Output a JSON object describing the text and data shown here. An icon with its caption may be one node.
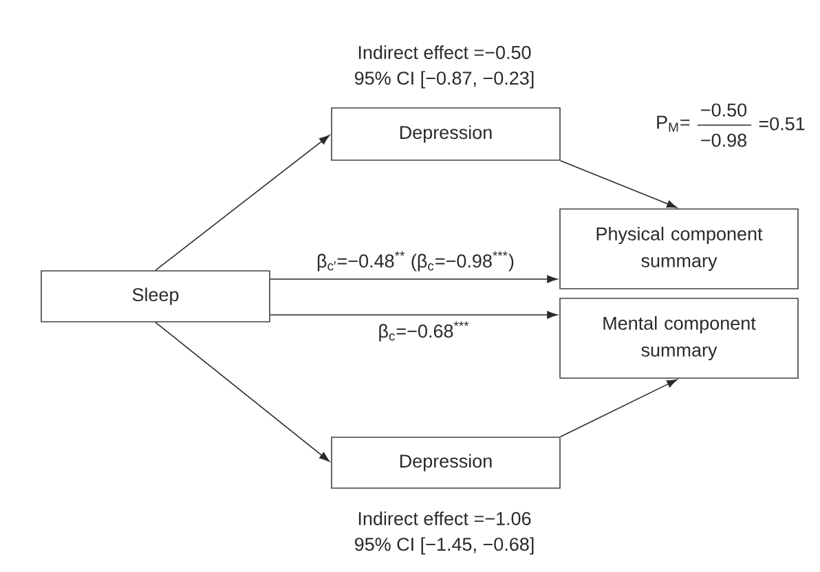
{
  "diagram": {
    "nodes": [
      {
        "text": [
          "Sleep"
        ]
      },
      {
        "text": [
          "Depression"
        ],
        "beside": [
          "Indirect effect =−0.50",
          "95% CI [−0.87, −0.23]"
        ]
      },
      {
        "text": [
          "Physical component summary"
        ]
      },
      {
        "text": [
          "Mental component summary"
        ]
      },
      {
        "text": [
          "Depression"
        ],
        "beside": [
          "Indirect effect =−1.06",
          "95% CI [−1.45, −0.68]"
        ]
      }
    ],
    "edges": [
      {
        "from": 0,
        "to": 1,
        "arrow": "to"
      },
      {
        "from": 1,
        "to": 2,
        "arrow": "to"
      },
      {
        "from": 0,
        "to": 2,
        "arrow": "to",
        "label": "β$_{c′}$=−0.48$^{**}$ (β$_{c}$=−0.98$^{***}$)"
      },
      {
        "from": 0,
        "to": 3,
        "arrow": "to",
        "label": "β$_{c}$=−0.68$^{***}$"
      },
      {
        "from": 0,
        "to": 4,
        "arrow": "to"
      },
      {
        "from": 4,
        "to": 3,
        "arrow": "to"
      }
    ],
    "labels": [
      "P$_{M}$=",
      "−0.50",
      "−0.98",
      "=0.51"
    ]
  }
}
